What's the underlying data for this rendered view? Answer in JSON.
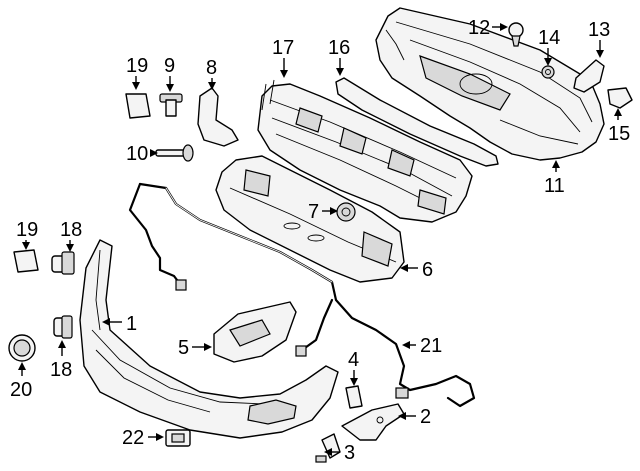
{
  "callouts": {
    "c1": "1",
    "c2": "2",
    "c3": "3",
    "c4": "4",
    "c5": "5",
    "c6": "6",
    "c7": "7",
    "c8": "8",
    "c9": "9",
    "c10": "10",
    "c11": "11",
    "c12": "12",
    "c13": "13",
    "c14": "14",
    "c15": "15",
    "c16": "16",
    "c17": "17",
    "c18a": "18",
    "c18b": "18",
    "c19a": "19",
    "c19b": "19",
    "c20": "20",
    "c21": "21",
    "c22": "22"
  }
}
